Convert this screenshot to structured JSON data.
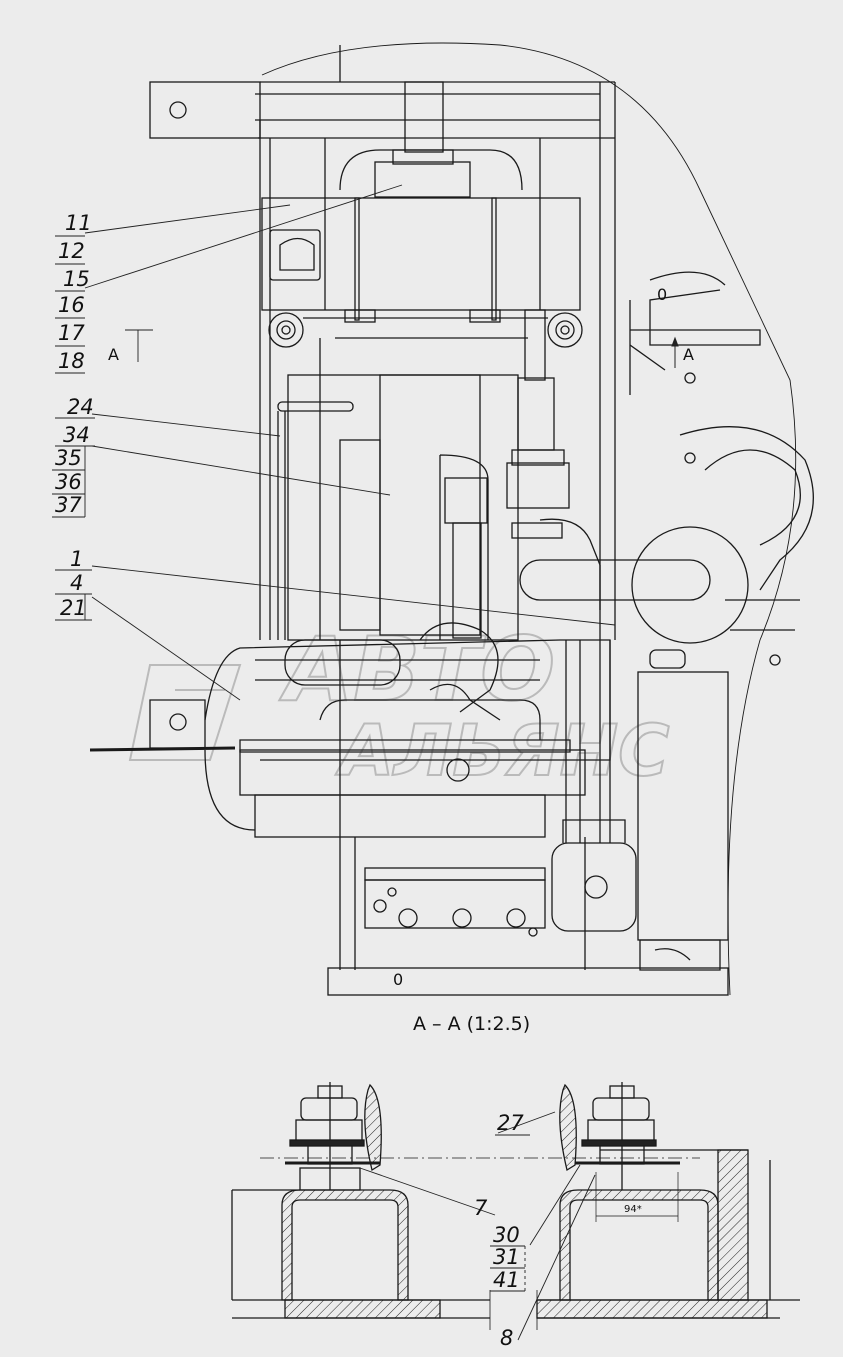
{
  "callouts": {
    "c11": "11",
    "c12": "12",
    "c15": "15",
    "c16": "16",
    "c17": "17",
    "c18": "18",
    "c24": "24",
    "c34": "34",
    "c35": "35",
    "c36": "36",
    "c37": "37",
    "c1": "1",
    "c4": "4",
    "c21": "21",
    "c27": "27",
    "c7": "7",
    "c30": "30",
    "c31": "31",
    "c41": "41",
    "c8": "8"
  },
  "section_marks": {
    "left": "A",
    "right": "A"
  },
  "section_title": "А – А (1:2.5)",
  "zero_marks": {
    "top_right": "0",
    "bottom": "0"
  },
  "dimension": "94*",
  "watermark": {
    "line1": "АВТО",
    "line2": "АЛЬЯНС"
  },
  "colors": {
    "line": "#1a1a1a",
    "background": "#ececec",
    "watermark": "#b9b9b9"
  }
}
